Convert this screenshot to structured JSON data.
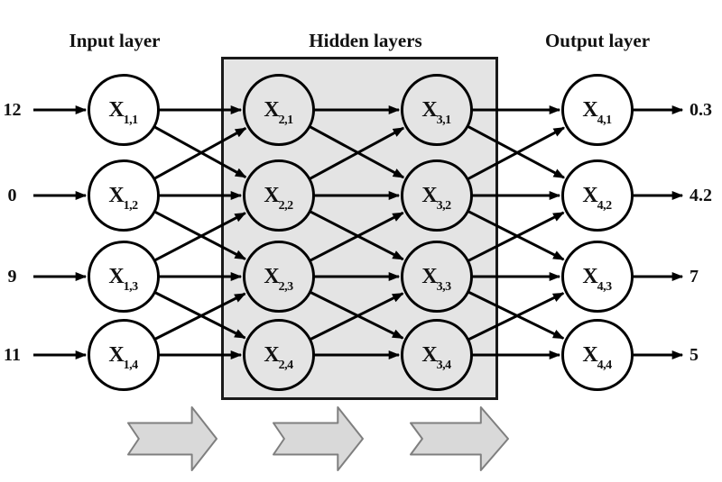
{
  "titles": {
    "input": "Input layer",
    "hidden": "Hidden layers",
    "output": "Output layer"
  },
  "network": {
    "layers": [
      {
        "name": "input",
        "nodes": [
          {
            "base": "X",
            "sub": "1,1"
          },
          {
            "base": "X",
            "sub": "1,2"
          },
          {
            "base": "X",
            "sub": "1,3"
          },
          {
            "base": "X",
            "sub": "1,4"
          }
        ]
      },
      {
        "name": "hidden-1",
        "nodes": [
          {
            "base": "X",
            "sub": "2,1"
          },
          {
            "base": "X",
            "sub": "2,2"
          },
          {
            "base": "X",
            "sub": "2,3"
          },
          {
            "base": "X",
            "sub": "2,4"
          }
        ]
      },
      {
        "name": "hidden-2",
        "nodes": [
          {
            "base": "X",
            "sub": "3,1"
          },
          {
            "base": "X",
            "sub": "3,2"
          },
          {
            "base": "X",
            "sub": "3,3"
          },
          {
            "base": "X",
            "sub": "3,4"
          }
        ]
      },
      {
        "name": "output",
        "nodes": [
          {
            "base": "X",
            "sub": "4,1"
          },
          {
            "base": "X",
            "sub": "4,2"
          },
          {
            "base": "X",
            "sub": "4,3"
          },
          {
            "base": "X",
            "sub": "4,4"
          }
        ]
      }
    ],
    "edges": [
      [
        0,
        0,
        1,
        0
      ],
      [
        0,
        0,
        1,
        1
      ],
      [
        0,
        1,
        1,
        0
      ],
      [
        0,
        1,
        1,
        1
      ],
      [
        0,
        1,
        1,
        2
      ],
      [
        0,
        2,
        1,
        1
      ],
      [
        0,
        2,
        1,
        2
      ],
      [
        0,
        2,
        1,
        3
      ],
      [
        0,
        3,
        1,
        2
      ],
      [
        0,
        3,
        1,
        3
      ],
      [
        1,
        0,
        2,
        0
      ],
      [
        1,
        0,
        2,
        1
      ],
      [
        1,
        1,
        2,
        0
      ],
      [
        1,
        1,
        2,
        1
      ],
      [
        1,
        1,
        2,
        2
      ],
      [
        1,
        2,
        2,
        1
      ],
      [
        1,
        2,
        2,
        2
      ],
      [
        1,
        2,
        2,
        3
      ],
      [
        1,
        3,
        2,
        2
      ],
      [
        1,
        3,
        2,
        3
      ],
      [
        2,
        0,
        3,
        0
      ],
      [
        2,
        0,
        3,
        1
      ],
      [
        2,
        1,
        3,
        0
      ],
      [
        2,
        1,
        3,
        1
      ],
      [
        2,
        1,
        3,
        2
      ],
      [
        2,
        2,
        3,
        1
      ],
      [
        2,
        2,
        3,
        2
      ],
      [
        2,
        2,
        3,
        3
      ],
      [
        2,
        3,
        3,
        2
      ],
      [
        2,
        3,
        3,
        3
      ]
    ]
  },
  "io": {
    "inputs": [
      "12",
      "0",
      "9",
      "11"
    ],
    "outputs": [
      "0.3",
      "4.2",
      "7",
      "5"
    ]
  },
  "colors": {
    "hidden_box_fill": "#e4e4e4",
    "node_fill_hidden": "#e4e4e4",
    "node_fill_outer": "#ffffff",
    "line": "#000000",
    "flow_arrow_fill": "#d9d9d9",
    "flow_arrow_stroke": "#7f7f7f"
  }
}
